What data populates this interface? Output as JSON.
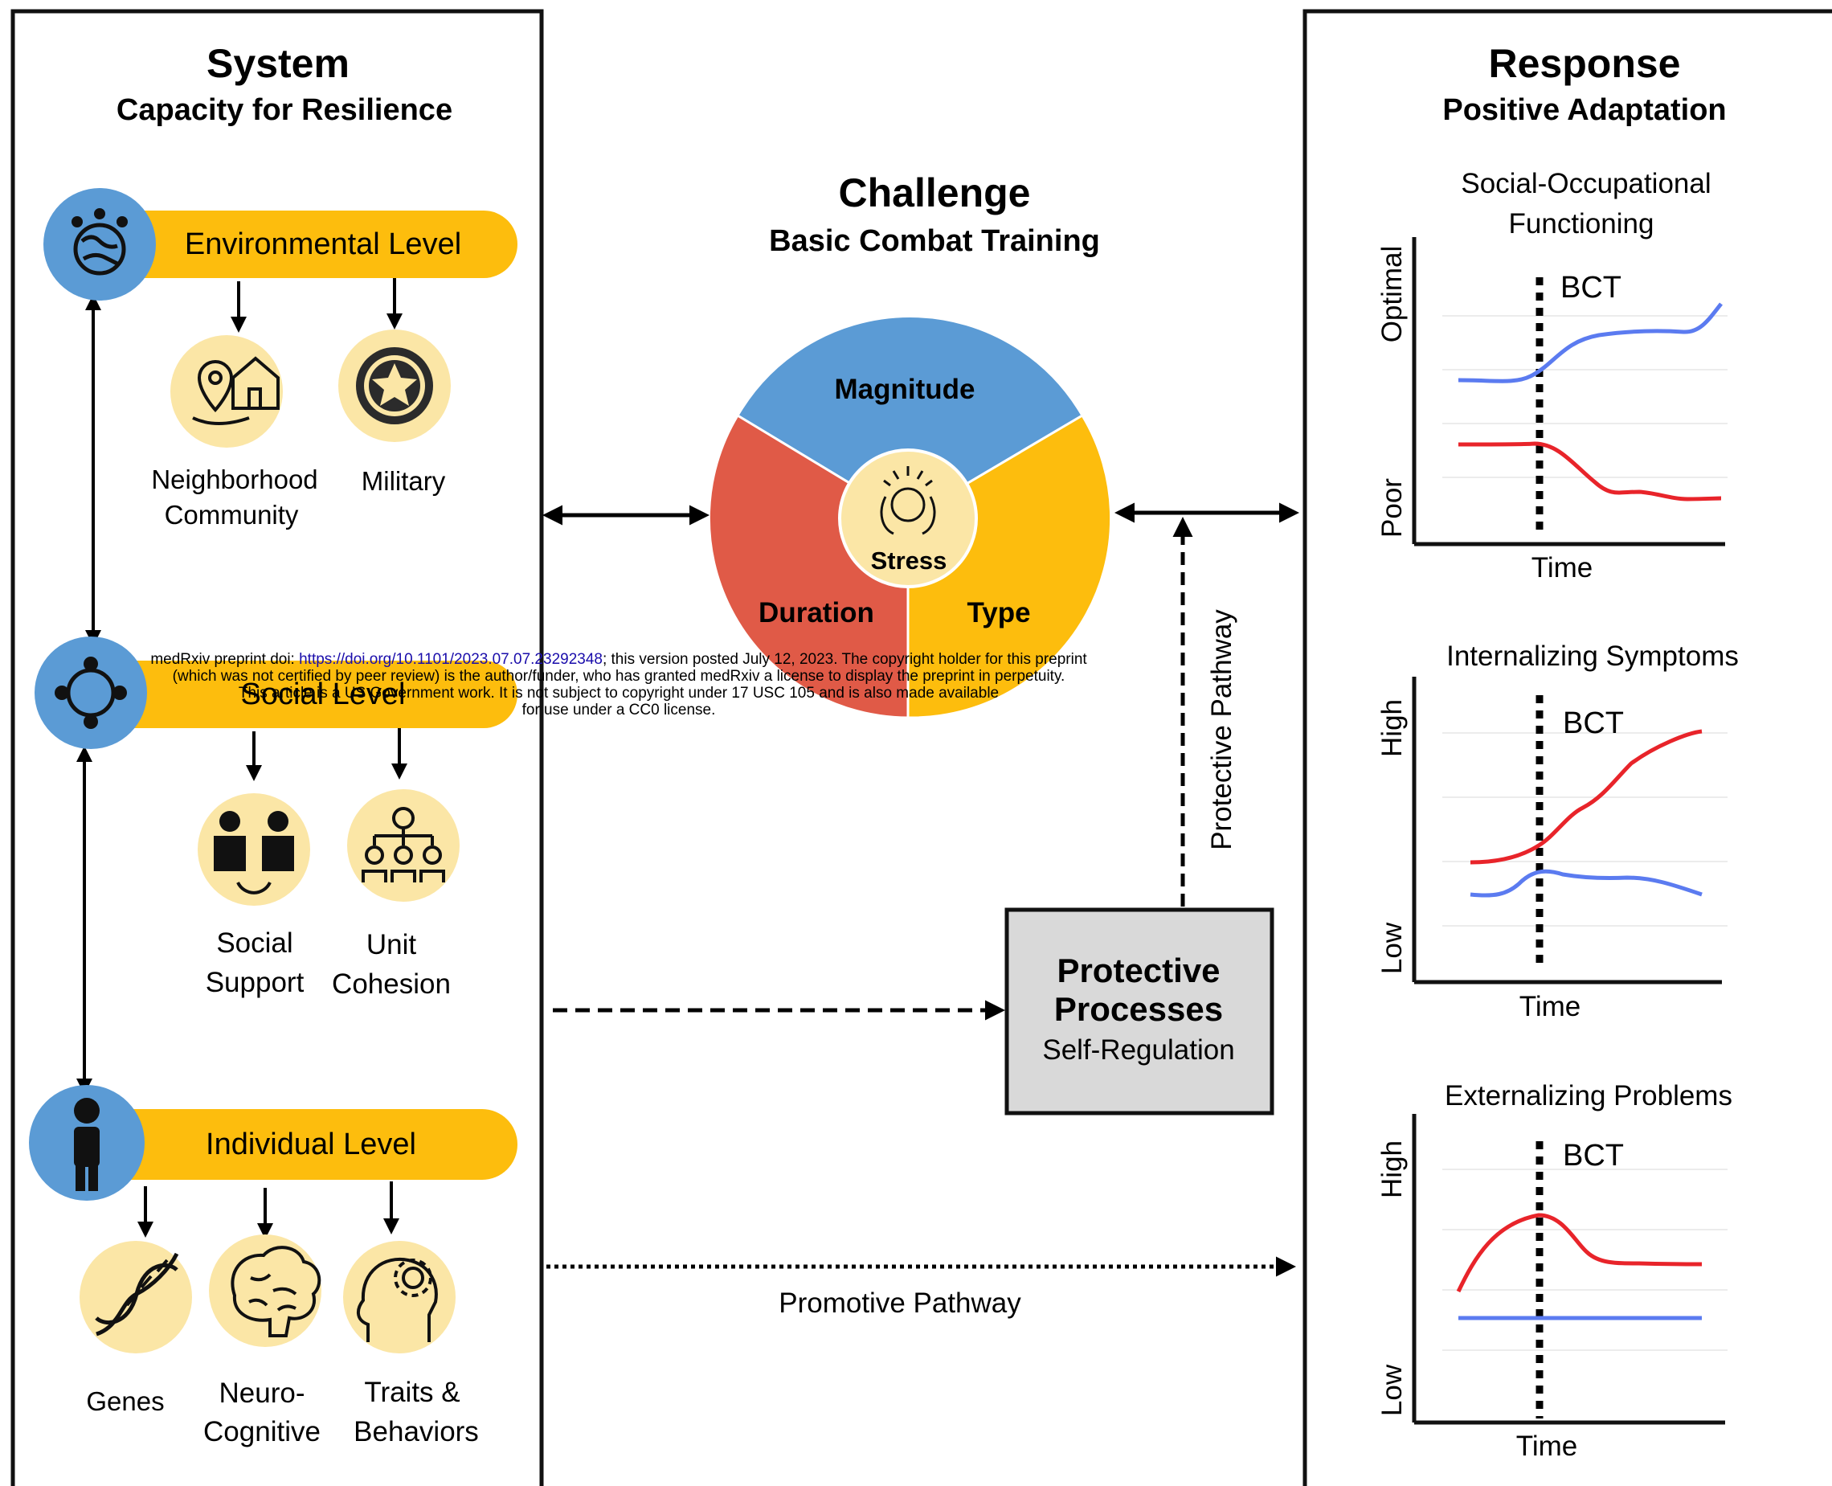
{
  "system": {
    "title": "System",
    "subtitle": "Capacity for Resilience",
    "levels": [
      {
        "label": "Environmental Level",
        "icon": "globe-people-icon",
        "items": [
          {
            "line1": "Neighborhood",
            "line2": "Community",
            "icon": "house-location-icon"
          },
          {
            "line1": "Military",
            "line2": "",
            "icon": "star-badge-icon"
          }
        ]
      },
      {
        "label": "Social Level",
        "icon": "people-network-icon",
        "items": [
          {
            "line1": "Social",
            "line2": "Support",
            "icon": "people-exchange-icon"
          },
          {
            "line1": "Unit",
            "line2": "Cohesion",
            "icon": "team-hierarchy-icon"
          }
        ]
      },
      {
        "label": "Individual Level",
        "icon": "person-icon",
        "items": [
          {
            "line1": "Genes",
            "line2": "",
            "icon": "dna-icon"
          },
          {
            "line1": "Neuro-",
            "line2": "Cognitive",
            "icon": "brain-icon"
          },
          {
            "line1": "Traits &",
            "line2": "Behaviors",
            "icon": "head-gear-icon"
          }
        ]
      }
    ]
  },
  "challenge": {
    "title": "Challenge",
    "subtitle": "Basic Combat Training",
    "segments": [
      "Magnitude",
      "Duration",
      "Type"
    ],
    "center": "Stress"
  },
  "protective": {
    "line1": "Protective",
    "line2": "Processes",
    "line3": "Self-Regulation",
    "pathway": "Protective Pathway"
  },
  "promotive_pathway": "Promotive Pathway",
  "response": {
    "title": "Response",
    "subtitle": "Positive Adaptation",
    "charts": [
      {
        "title_line1": "Social-Occupational",
        "title_line2": "Functioning",
        "y_high": "Optimal",
        "y_low": "Poor",
        "x_label": "Time",
        "marker": "BCT"
      },
      {
        "title_line1": "Internalizing Symptoms",
        "title_line2": "",
        "y_high": "High",
        "y_low": "Low",
        "x_label": "Time",
        "marker": "BCT"
      },
      {
        "title_line1": "Externalizing Problems",
        "title_line2": "",
        "y_high": "High",
        "y_low": "Low",
        "x_label": "Time",
        "marker": "BCT"
      }
    ]
  },
  "colors": {
    "yellow": "#FDBD0D",
    "blue": "#5B9BD5",
    "red": "#E05A47",
    "icon_bg": "#FBE6A6",
    "line_blue": "#5B7BF0",
    "line_red": "#E8242A",
    "box_gray": "#D9D9D9"
  },
  "notice": {
    "prefix": "medRxiv preprint doi: ",
    "doi": "https://doi.org/10.1101/2023.07.07.23292348",
    "suffix": "; this version posted July 12, 2023. The copyright holder for this preprint",
    "line2": "(which was not certified by peer review) is the author/funder, who has granted medRxiv a license to display the preprint in perpetuity.",
    "line3": "This article is a US Government work. It is not subject to copyright under 17 USC 105 and is also made available",
    "line4": "for use under a CC0 license."
  }
}
